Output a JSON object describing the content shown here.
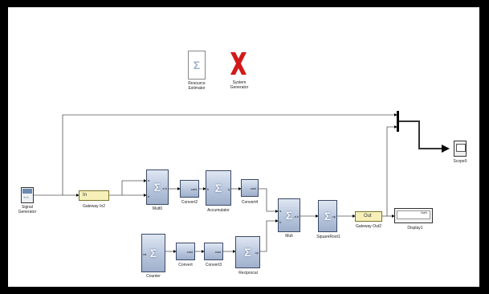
{
  "blocks": {
    "resource_estimator": {
      "label": "Resource\nEstimator"
    },
    "system_generator": {
      "label": "System\nGenerator"
    },
    "signal_generator": {
      "label": "Signal\nGenerator"
    },
    "gateway_in2": {
      "label": "Gateway In2",
      "text": "In"
    },
    "mult0": {
      "label": "Mult0"
    },
    "convert2": {
      "label": "Convert2",
      "text": "cast"
    },
    "accumulator": {
      "label": "Accumulator"
    },
    "convert4": {
      "label": "Convert4",
      "text": "cast"
    },
    "counter": {
      "label": "Counter"
    },
    "convert": {
      "label": "Convert",
      "text": "cast"
    },
    "convert3": {
      "label": "Convert3",
      "text": "cast"
    },
    "reciprocal": {
      "label": "Reciprocal",
      "text": "op"
    },
    "mult1": {
      "label": "Mult"
    },
    "squareroot": {
      "label": "SquareRoot1",
      "text": "op"
    },
    "gateway_out2": {
      "label": "Gateway Out2",
      "text": "Out"
    },
    "display1": {
      "label": "Display1",
      "text": "NaN"
    },
    "scope0": {
      "label": "Scope0"
    }
  },
  "ports": {
    "a": "a",
    "b": "b",
    "ab": "a b",
    "q": "q",
    "rst": "rst"
  },
  "colors": {
    "xilinx_block": "#b8c6dd",
    "gateway": "#f6f0b8",
    "border": "#000000",
    "logo_red": "#d11a1a"
  }
}
